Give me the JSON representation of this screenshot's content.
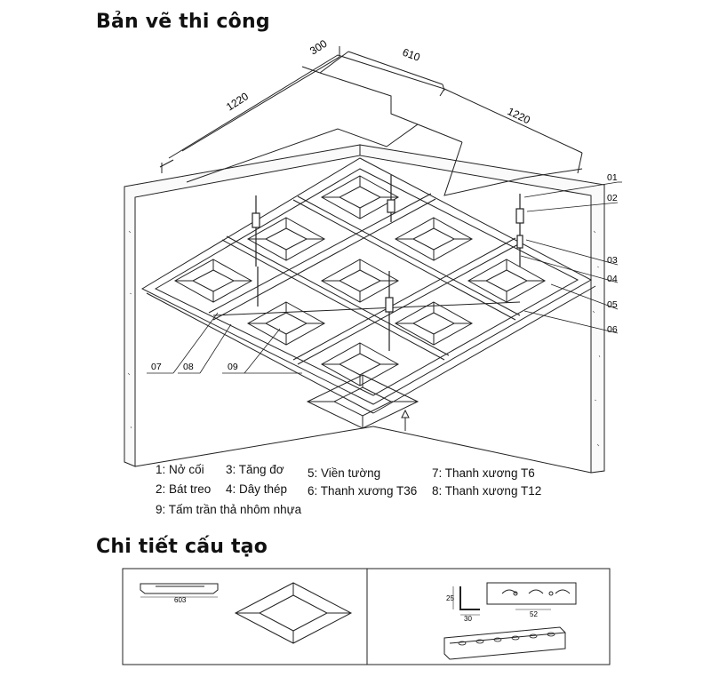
{
  "titles": {
    "construction": "Bản vẽ thi công",
    "detail": "Chi tiết cấu tạo"
  },
  "dimensions": {
    "d1220_left": "1220",
    "d300": "300",
    "d610": "610",
    "d1220_right": "1220"
  },
  "callouts": [
    "01",
    "02",
    "03",
    "04",
    "05",
    "06",
    "07",
    "08",
    "09"
  ],
  "legend": [
    "1: Nở cối",
    "3: Tăng đơ",
    "5: Viền tường",
    "7: Thanh xương T6",
    "2: Bát treo",
    "4: Dây thép",
    "6: Thanh xương T36",
    "8: Thanh xương T12",
    "9: Tấm trần thả nhôm nhựa"
  ],
  "detail_dims": {
    "d603": "603",
    "d30": "30",
    "d25": "25",
    "d52": "52"
  }
}
